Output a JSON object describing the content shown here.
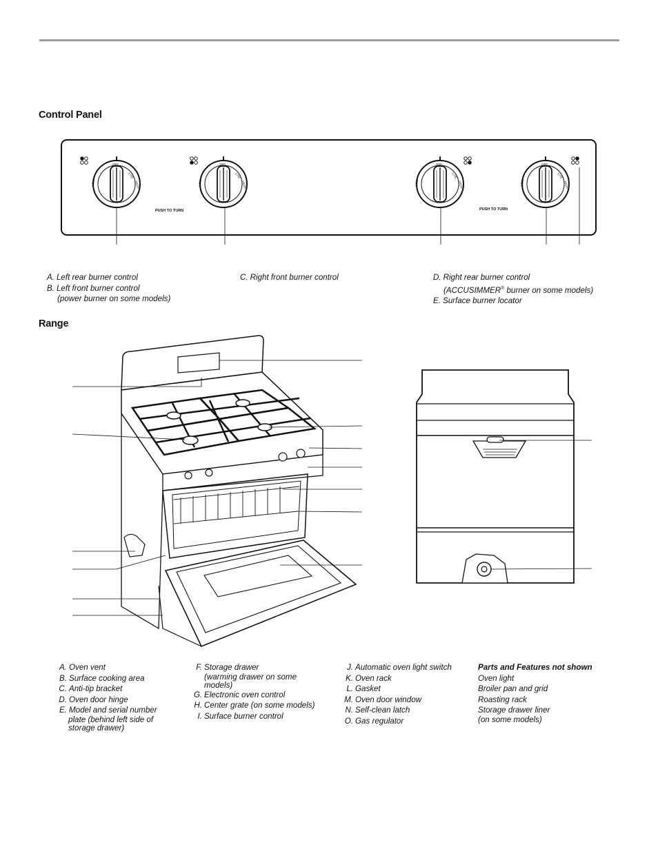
{
  "sections": {
    "control_panel_title": "Control Panel",
    "range_title": "Range"
  },
  "control_panel": {
    "push_to_turn": "PUSH TO TURN",
    "dial_labels": {
      "off": "OFF",
      "lite": "LITE",
      "high": "HIGH",
      "low": "LOW"
    },
    "legend": [
      {
        "key": "A.",
        "text": "Left rear burner control"
      },
      {
        "key": "B.",
        "text": "Left front burner control",
        "cont": "(power burner on some models)"
      },
      {
        "key": "C.",
        "text": "Right front burner control"
      },
      {
        "key": "D.",
        "text": "Right rear burner control",
        "cont_pre": "(ACCUSIMMER",
        "cont_sup": "®",
        "cont_post": " burner on some models)"
      },
      {
        "key": "E.",
        "text": "Surface burner locator"
      }
    ]
  },
  "range": {
    "legend_col1": [
      {
        "key": "A.",
        "text": "Oven vent"
      },
      {
        "key": "B.",
        "text": "Surface cooking area"
      },
      {
        "key": "C.",
        "text": "Anti-tip bracket"
      },
      {
        "key": "D.",
        "text": "Oven door hinge"
      },
      {
        "key": "E.",
        "text": "Model and serial number",
        "cont1": "plate (behind left side of",
        "cont2": "storage drawer)"
      }
    ],
    "legend_col2": [
      {
        "key": "F.",
        "text": "Storage drawer",
        "cont1": "(warming drawer on some",
        "cont2": "models)"
      },
      {
        "key": "G.",
        "text": "Electronic oven control"
      },
      {
        "key": "H.",
        "text": "Center grate (on some models)"
      },
      {
        "key": "I.",
        "text": "Surface burner control"
      }
    ],
    "legend_col3": [
      {
        "key": "J.",
        "text": "Automatic oven light switch"
      },
      {
        "key": "K.",
        "text": "Oven rack"
      },
      {
        "key": "L.",
        "text": "Gasket"
      },
      {
        "key": "M.",
        "text": "Oven door window"
      },
      {
        "key": "N.",
        "text": "Self-clean latch"
      },
      {
        "key": "O.",
        "text": "Gas regulator"
      }
    ],
    "not_shown": {
      "title": "Parts and Features not shown",
      "items": [
        "Oven light",
        "Broiler pan and grid",
        "Roasting rack",
        "Storage drawer liner",
        "(on some models)"
      ]
    }
  }
}
